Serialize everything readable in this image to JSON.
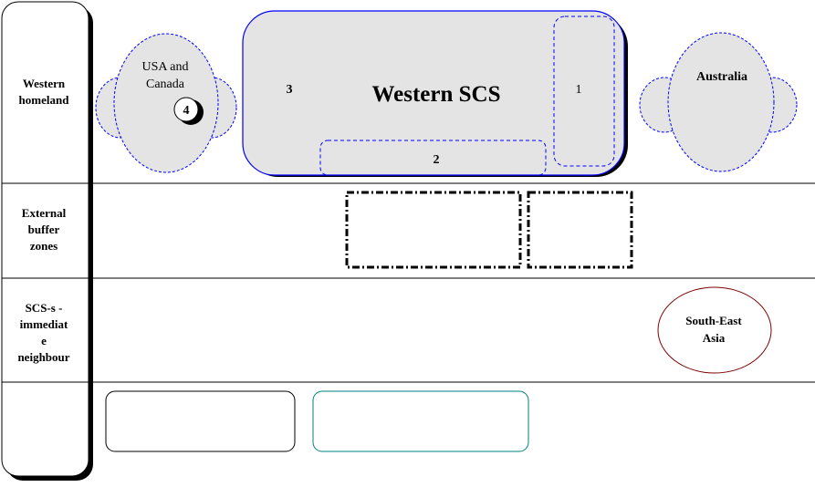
{
  "rows": [
    {
      "label_lines": [
        "Western",
        "homeland"
      ]
    },
    {
      "label_lines": [
        "External",
        "buffer",
        "zones"
      ]
    },
    {
      "label_lines": [
        "SCS-s -",
        "immediat",
        "e",
        "neighbour"
      ]
    },
    {
      "label_lines": []
    }
  ],
  "regions": {
    "usa_canada": {
      "label_lines": [
        "USA and",
        "Canada"
      ],
      "marker": "4"
    },
    "western_scs": {
      "title": "Western SCS",
      "zone_1": "1",
      "zone_2": "2",
      "zone_3": "3"
    },
    "australia": {
      "label": "Australia"
    },
    "south_east_asia": {
      "label_lines": [
        "South-East",
        "Asia"
      ]
    }
  },
  "colors": {
    "region_fill": "#e4e4e4",
    "region_stroke": "#0000ff",
    "sea_stroke": "#800000",
    "teal_box": "#008080"
  }
}
